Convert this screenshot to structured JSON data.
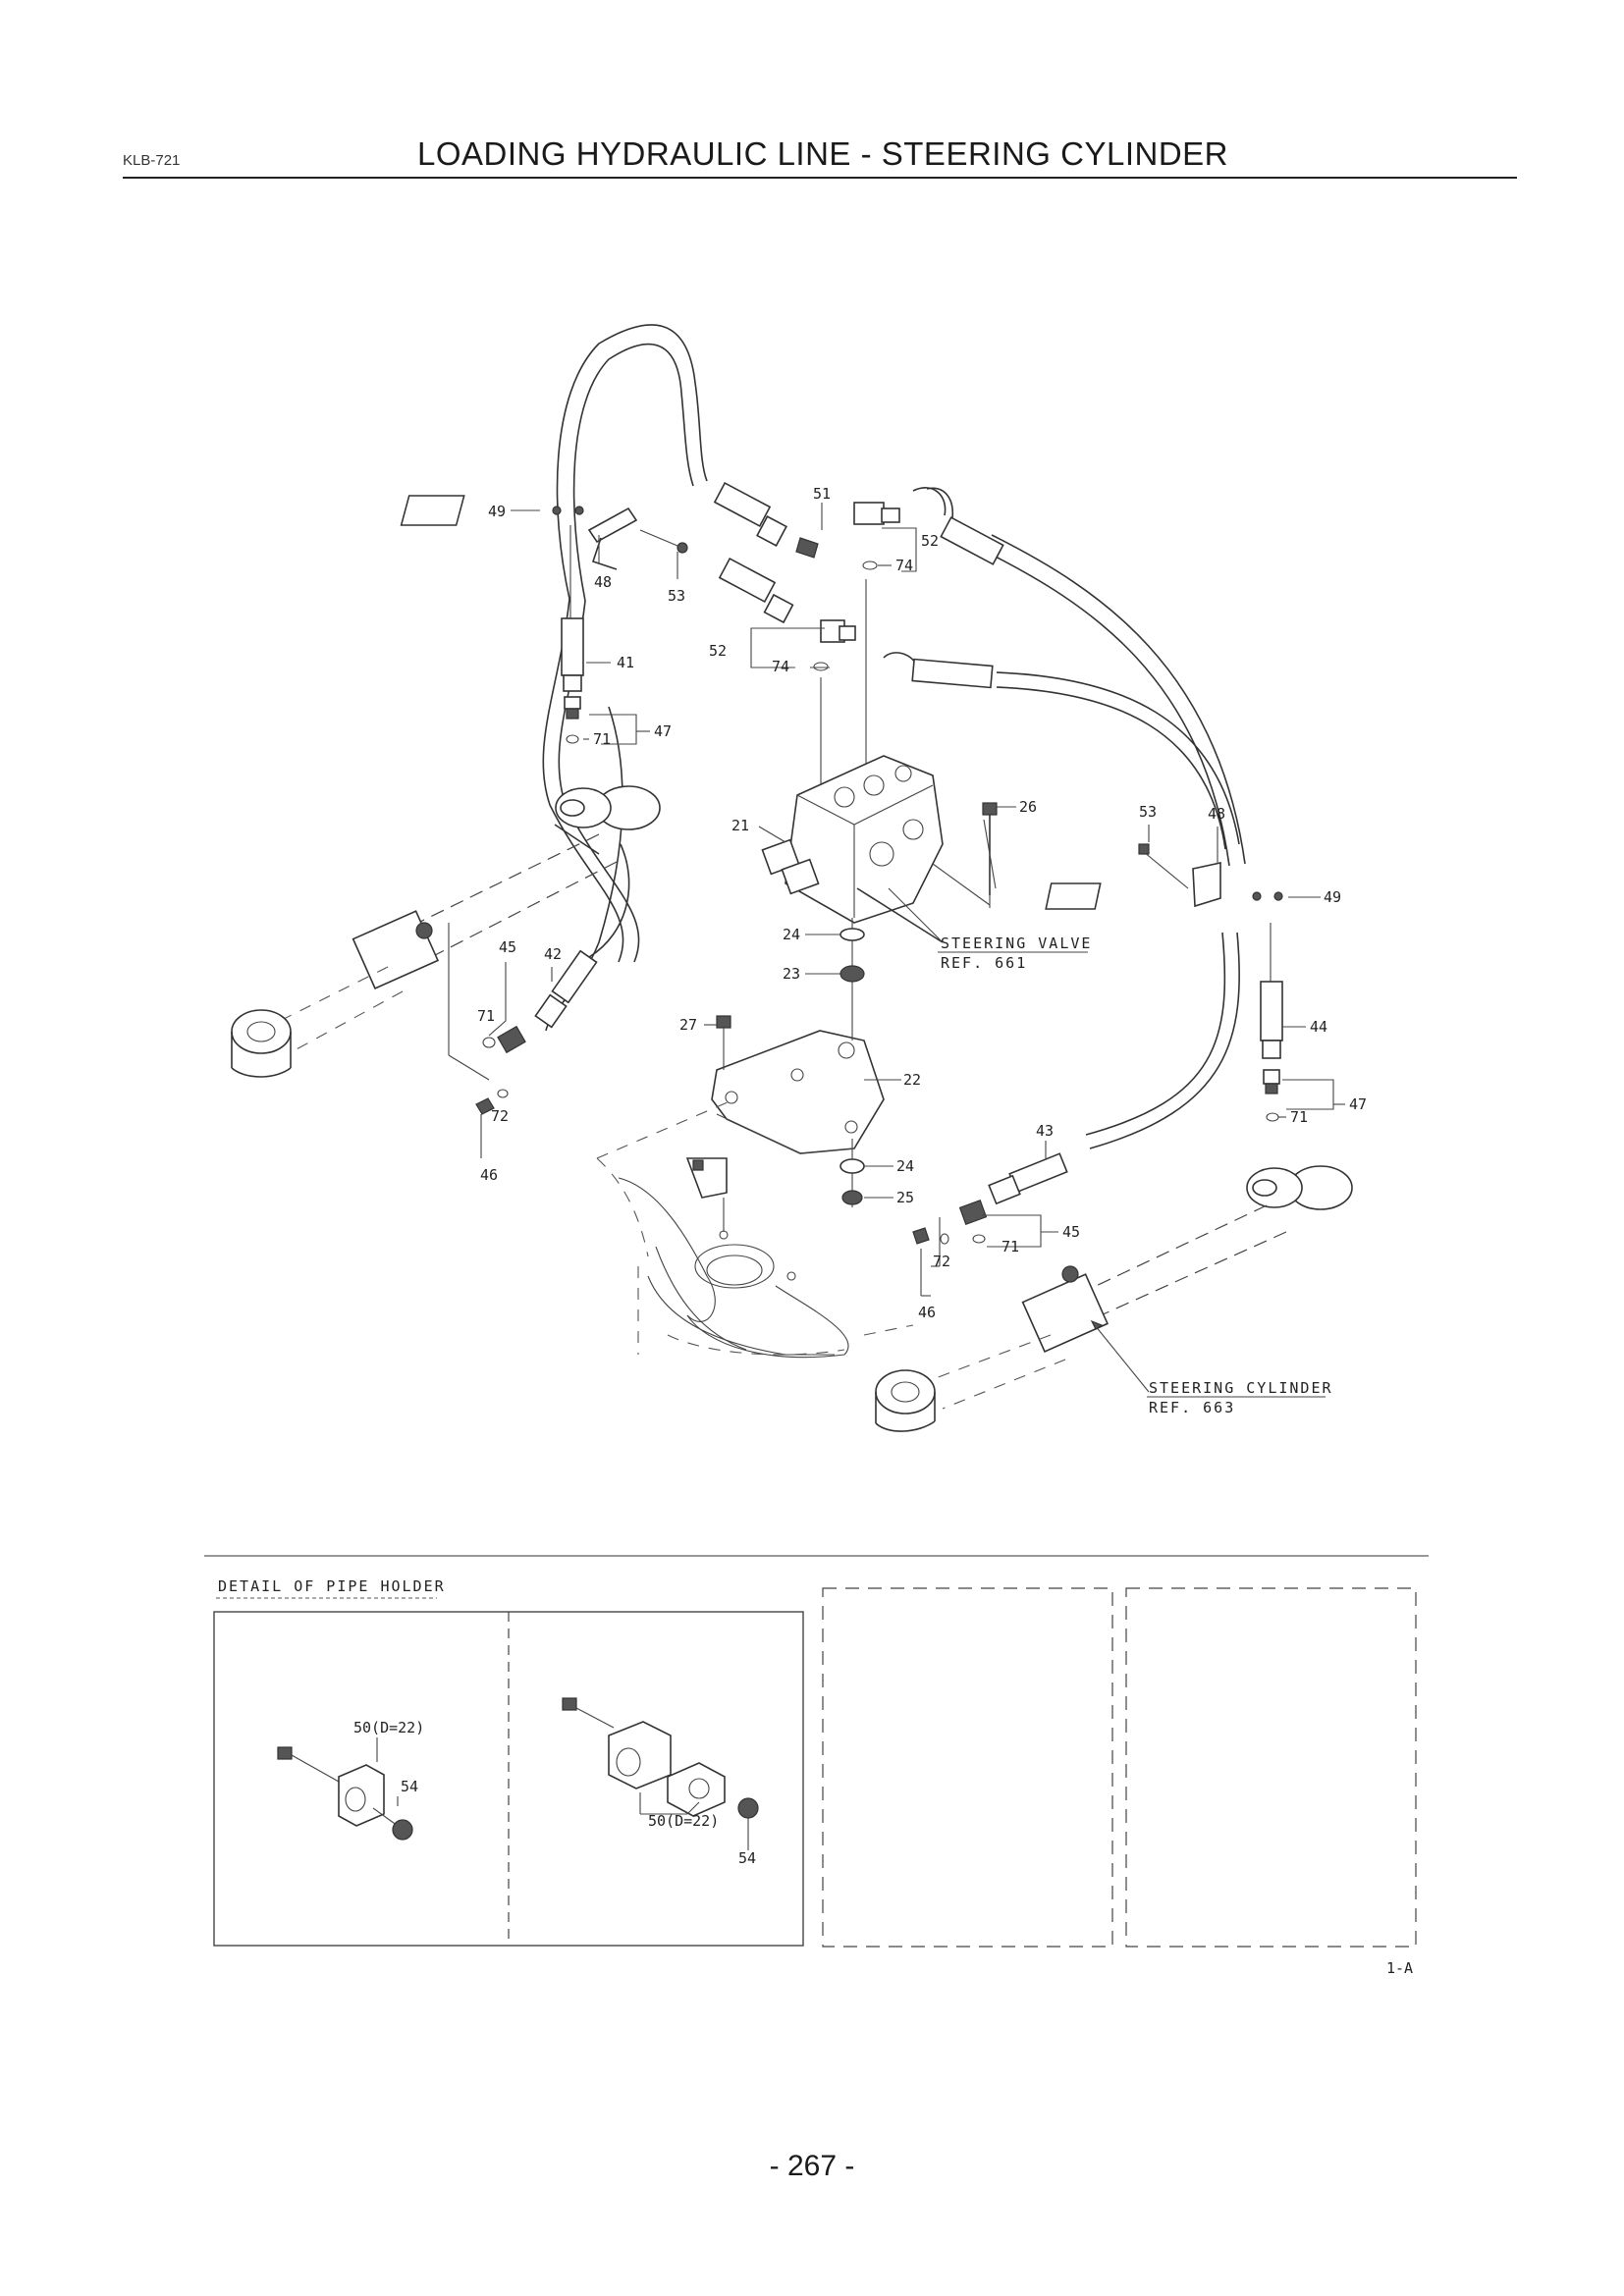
{
  "header": {
    "doc_code": "KLB-721",
    "title": "LOADING HYDRAULIC LINE - STEERING CYLINDER"
  },
  "callouts": {
    "p49_left": "49",
    "p48_left": "48",
    "p53_left": "53",
    "p51": "51",
    "p52_top": "52",
    "p74_top": "74",
    "p52_mid": "52",
    "p74_mid": "74",
    "p41": "41",
    "p47_left": "47",
    "p71_left": "71",
    "p21": "21",
    "p26": "26",
    "p53_right": "53",
    "p48_right": "48",
    "p49_right": "49",
    "p24_top": "24",
    "p23": "23",
    "p27": "27",
    "p22": "22",
    "p45_left": "45",
    "p42": "42",
    "p71_mid": "71",
    "p72_left": "72",
    "p46_left": "46",
    "p44": "44",
    "p47_right": "47",
    "p71_right": "71",
    "p43": "43",
    "p24_bot": "24",
    "p25": "25",
    "p45_right": "45",
    "p71_bot": "71",
    "p72_right": "72",
    "p46_right": "46"
  },
  "references": {
    "steering_valve": "STEERING VALVE",
    "steering_valve_ref": "REF. 661",
    "steering_cylinder": "STEERING CYLINDER",
    "steering_cylinder_ref": "REF. 663"
  },
  "detail": {
    "title": "DETAIL OF PIPE HOLDER",
    "left_part": "50(D=22)",
    "left_nut": "54",
    "right_part": "50(D=22)",
    "right_nut": "54",
    "sheet_code": "1-A"
  },
  "footer": {
    "page_number": "- 267 -"
  }
}
